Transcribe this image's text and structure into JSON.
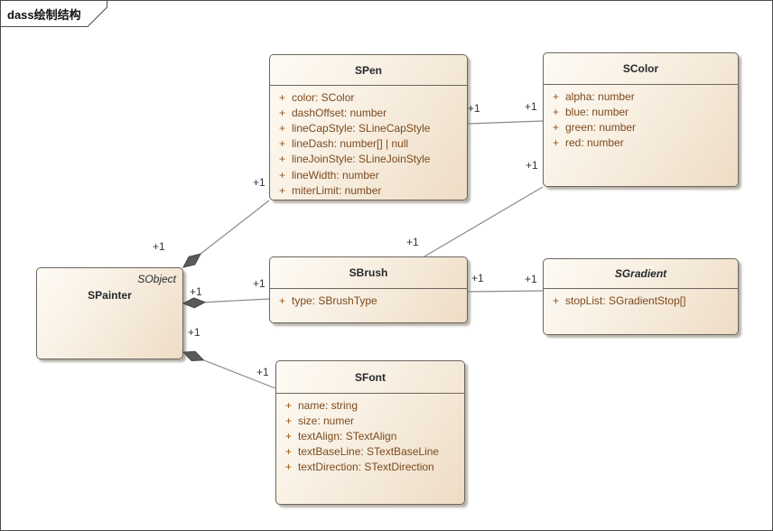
{
  "frame": {
    "label": "dass绘制结构"
  },
  "classes": [
    {
      "name": "SPen",
      "attributes": [
        {
          "vis": "+",
          "text": "color: SColor"
        },
        {
          "vis": "+",
          "text": "dashOffset: number"
        },
        {
          "vis": "+",
          "text": "lineCapStyle: SLineCapStyle"
        },
        {
          "vis": "+",
          "text": "lineDash: number[] | null"
        },
        {
          "vis": "+",
          "text": "lineJoinStyle: SLineJoinStyle"
        },
        {
          "vis": "+",
          "text": "lineWidth: number"
        },
        {
          "vis": "+",
          "text": "miterLimit: number"
        }
      ]
    },
    {
      "name": "SColor",
      "attributes": [
        {
          "vis": "+",
          "text": "alpha: number"
        },
        {
          "vis": "+",
          "text": "blue: number"
        },
        {
          "vis": "+",
          "text": "green: number"
        },
        {
          "vis": "+",
          "text": "red: number"
        }
      ]
    },
    {
      "name": "SPainter",
      "stereotype": "SObject",
      "attributes": []
    },
    {
      "name": "SBrush",
      "attributes": [
        {
          "vis": "+",
          "text": "type: SBrushType"
        }
      ]
    },
    {
      "name": "SGradient",
      "abstract": true,
      "attributes": [
        {
          "vis": "+",
          "text": "stopList: SGradientStop[]"
        }
      ]
    },
    {
      "name": "SFont",
      "attributes": [
        {
          "vis": "+",
          "text": "name: string"
        },
        {
          "vis": "+",
          "text": "size: numer"
        },
        {
          "vis": "+",
          "text": "textAlign: STextAlign"
        },
        {
          "vis": "+",
          "text": "textBaseLine: STextBaseLine"
        },
        {
          "vis": "+",
          "text": "textDirection: STextDirection"
        }
      ]
    }
  ],
  "connectors": [
    {
      "from": "SPainter",
      "to": "SPen",
      "type": "composition",
      "source_label": "+1",
      "target_label": "+1"
    },
    {
      "from": "SPen",
      "to": "SColor",
      "type": "association",
      "source_label": "+1",
      "target_label": "+1"
    },
    {
      "from": "SBrush",
      "to": "SColor",
      "type": "association",
      "source_label": "+1",
      "target_label": "+1"
    },
    {
      "from": "SPainter",
      "to": "SBrush",
      "type": "composition",
      "source_label": "+1",
      "target_label": "+1"
    },
    {
      "from": "SBrush",
      "to": "SGradient",
      "type": "association",
      "source_label": "+1",
      "target_label": "+1"
    },
    {
      "from": "SPainter",
      "to": "SFont",
      "type": "composition",
      "source_label": "+1",
      "target_label": "+1"
    }
  ],
  "colors": {
    "box_fill_start": "#FEFBF5",
    "box_fill_end": "#EEDCC5",
    "box_border": "#6B665F",
    "title_text": "#26292E",
    "attr_text": "#7C4A1E",
    "visibility_marker": "#9A5618",
    "connector_line": "#8A8A8A",
    "composition_diamond": "#5A5A5A",
    "multiplicity_text": "#333333",
    "frame_border": "#4C4C4C",
    "background": "#FFFFFF"
  }
}
